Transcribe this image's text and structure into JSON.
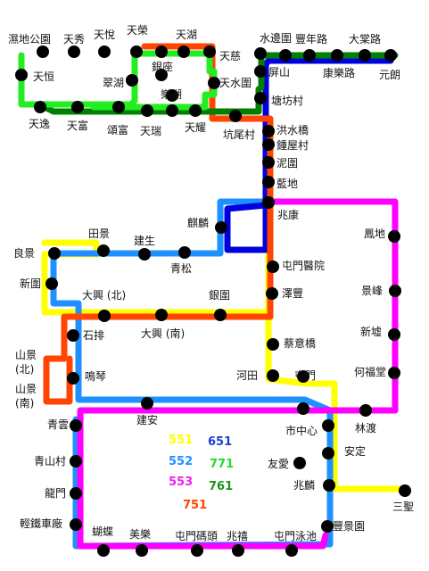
{
  "routes": [
    {
      "id": "551",
      "color": "#ffff00"
    },
    {
      "id": "552",
      "color": "#1e90ff"
    },
    {
      "id": "553",
      "color": "#ff00ff"
    },
    {
      "id": "651",
      "color": "#0000dd"
    },
    {
      "id": "751",
      "color": "#ff4500"
    },
    {
      "id": "761",
      "color": "#008000"
    },
    {
      "id": "771",
      "color": "#22ee22"
    }
  ],
  "legend": [
    {
      "route": "551",
      "color": "#ffff00"
    },
    {
      "route": "651",
      "color": "#1a3fd9"
    },
    {
      "route": "552",
      "color": "#1e90ff"
    },
    {
      "route": "771",
      "color": "#22dd22"
    },
    {
      "route": "553",
      "color": "#ee22ee"
    },
    {
      "route": "761",
      "color": "#1f8f1f"
    },
    {
      "route": "751",
      "color": "#ff4500"
    }
  ],
  "stations": [
    "濕地公園",
    "天秀",
    "天悅",
    "天榮",
    "天湖",
    "天慈",
    "天恒",
    "銀座",
    "翠湖",
    "樂湖",
    "天水圍",
    "天逸",
    "天富",
    "頌富",
    "天瑞",
    "天耀",
    "坑尾村",
    "水邊圍",
    "豐年路",
    "大棠路",
    "屏山",
    "康樂路",
    "元朗",
    "塘坊村",
    "洪水橋",
    "鍾屋村",
    "泥圍",
    "藍地",
    "麒麟",
    "兆康",
    "田景",
    "建生",
    "良景",
    "青松",
    "鳳地",
    "新圍",
    "屯門醫院",
    "景峰",
    "大興 (北)",
    "銀圍",
    "澤豐",
    "石排",
    "大興 (南)",
    "新墟",
    "山景\n(北)",
    "蔡意橋",
    "何福堂",
    "鳴琴",
    "河田",
    "屯門",
    "山景\n(南)",
    "建安",
    "林渡",
    "青雲",
    "市中心",
    "安定",
    "青山村",
    "友愛",
    "兆麟",
    "龍門",
    "三聖",
    "輕鐵車廠",
    "豐景園",
    "蝴蝶",
    "美樂",
    "屯門碼頭",
    "兆禧",
    "屯門泳池"
  ]
}
